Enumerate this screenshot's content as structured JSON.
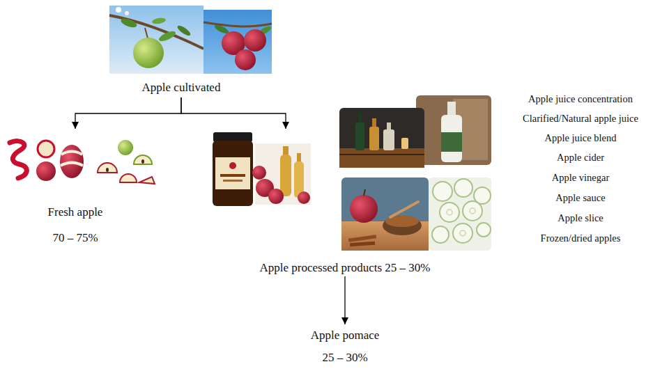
{
  "diagram": {
    "nodes": [
      {
        "text": [
          "Apple cultivated"
        ]
      },
      {
        "text": [
          "Fresh apple",
          "70 – 75%"
        ]
      },
      {
        "text": [
          "Apple processed products 25 – 30%"
        ]
      },
      {
        "text": [
          "Apple pomace",
          "25 – 30%"
        ]
      }
    ],
    "edges": [
      {
        "from": 0,
        "to": 1,
        "arrow": "to"
      },
      {
        "from": 0,
        "to": 2,
        "arrow": "to"
      },
      {
        "from": 2,
        "to": 3,
        "arrow": "to"
      }
    ],
    "labels": [
      "Apple juice concentration",
      "Clarified/Natural apple juice",
      "Apple juice blend",
      "Apple cider",
      "Apple vinegar",
      "Apple sauce",
      "Apple slice",
      "Frozen/dried apples"
    ]
  }
}
